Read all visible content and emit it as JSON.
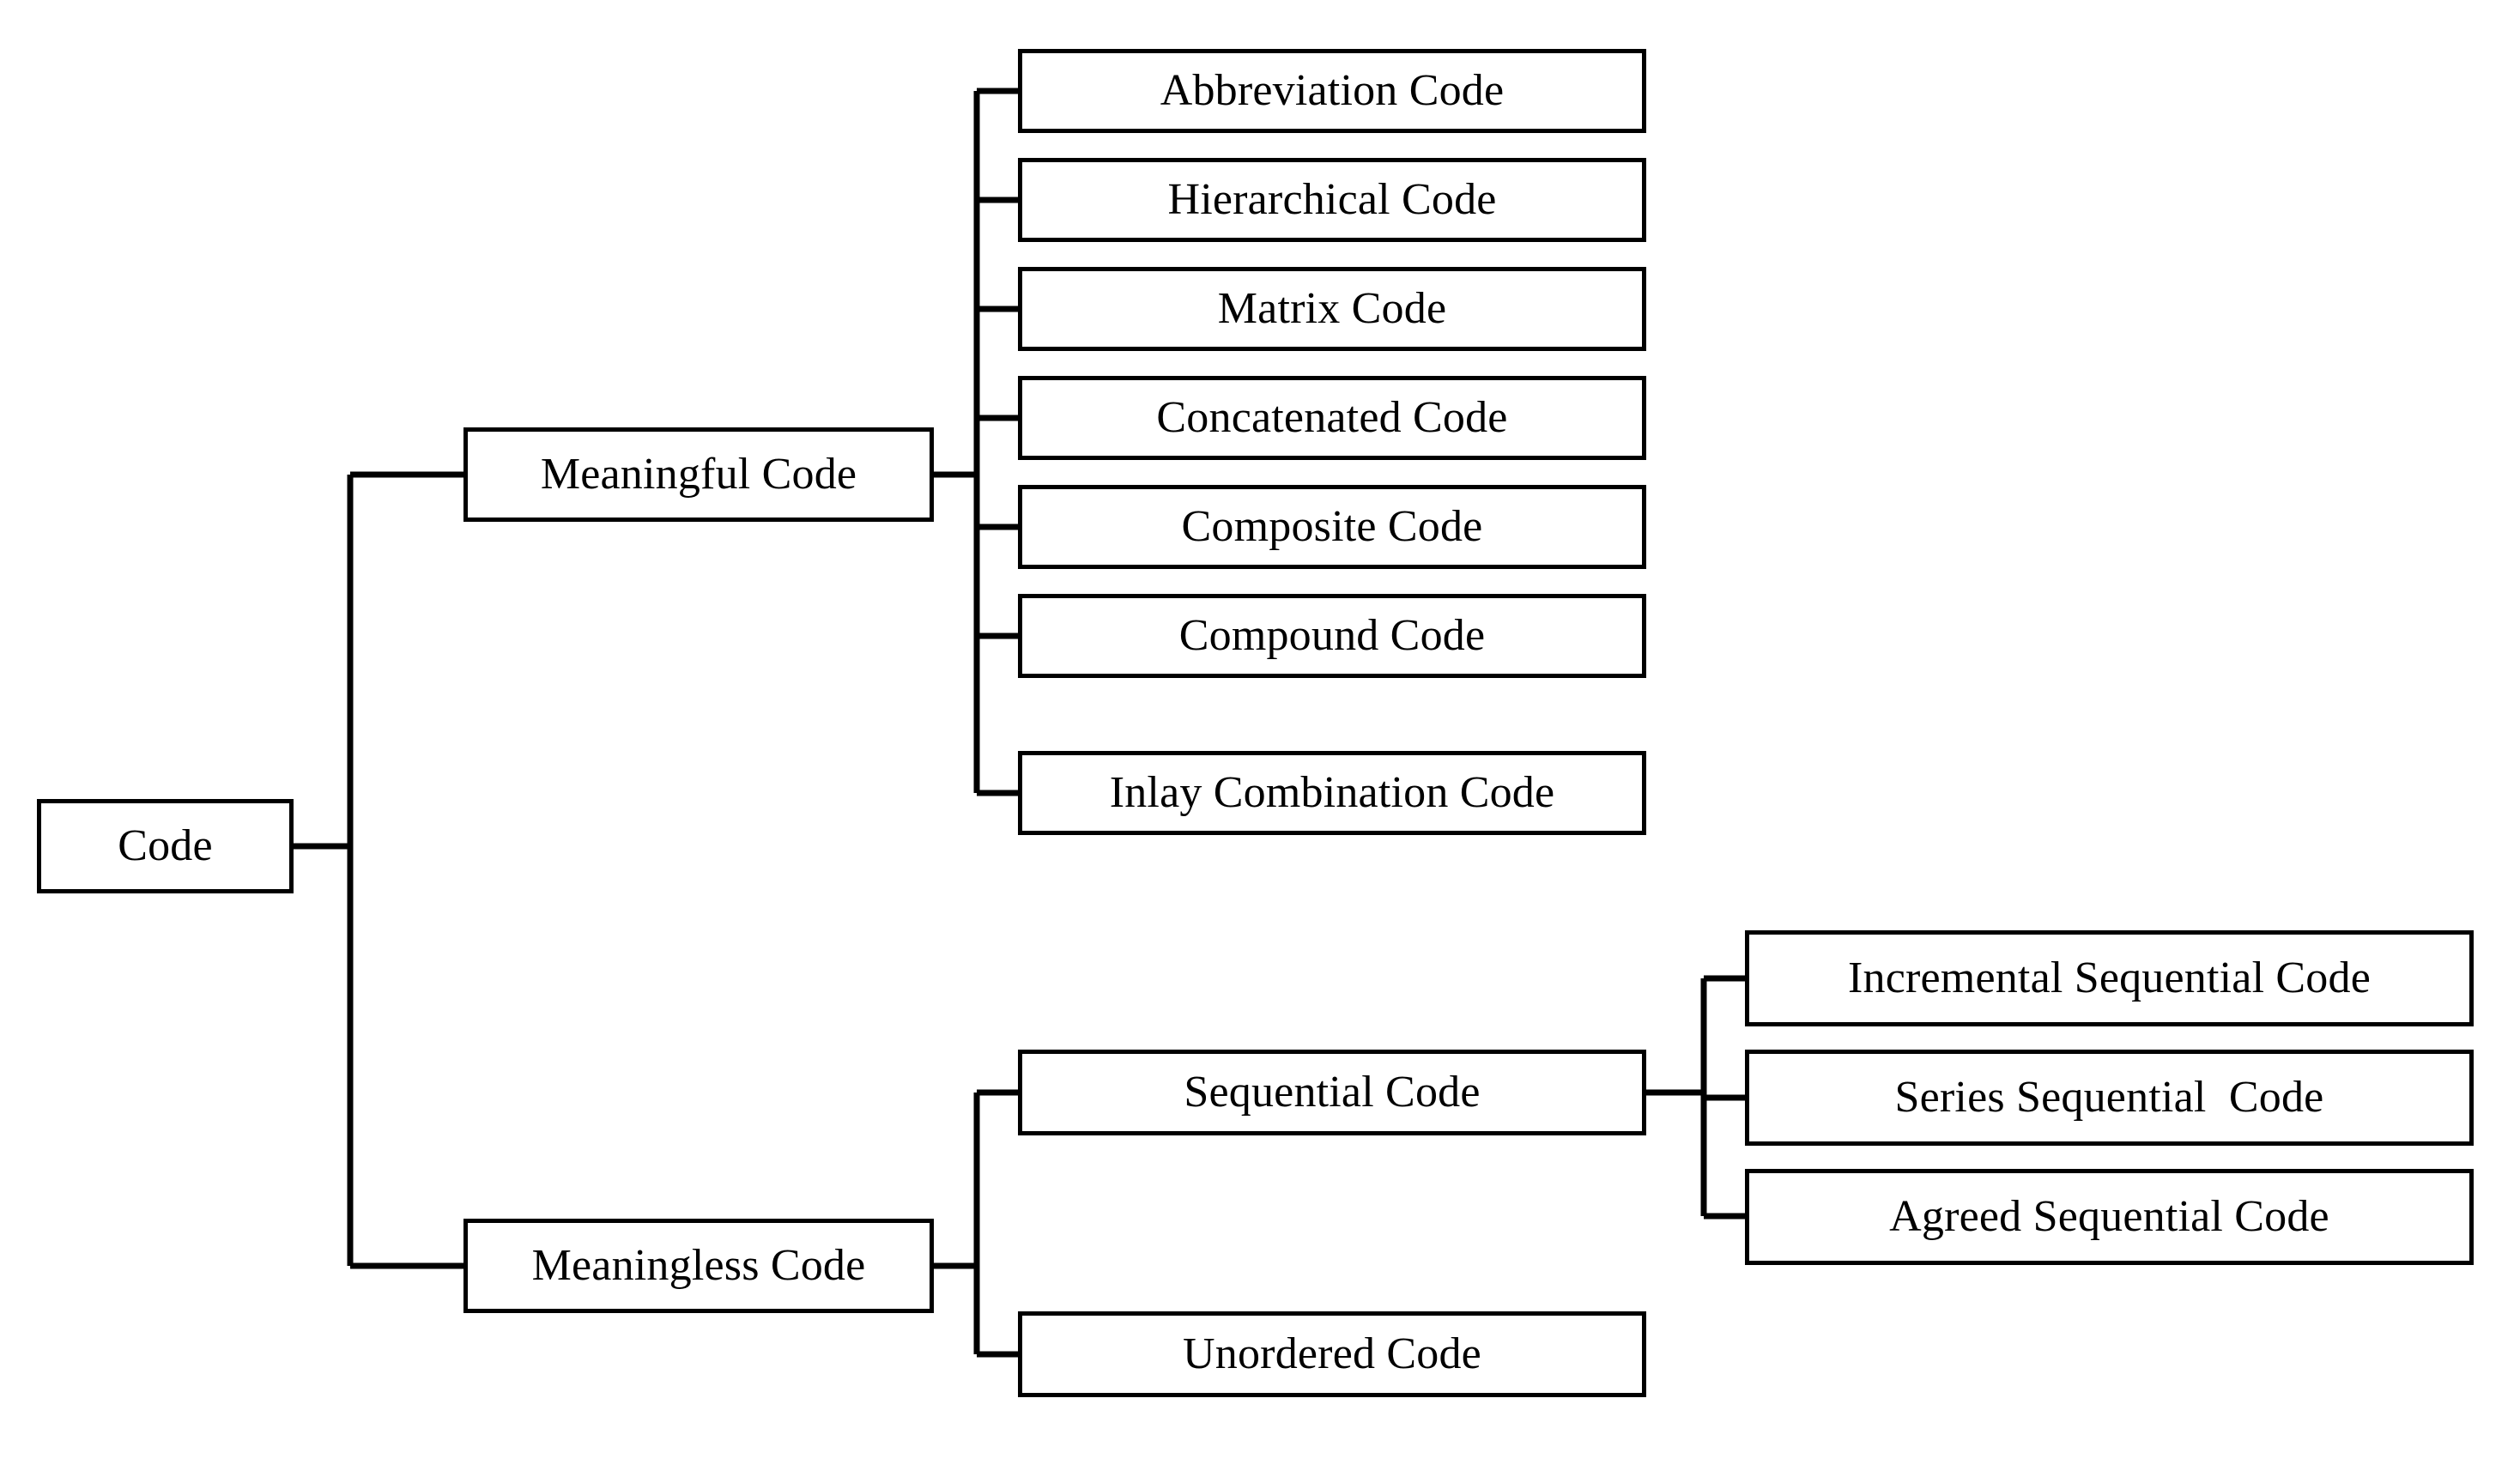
{
  "diagram": {
    "type": "tree-hierarchy",
    "title": "Code classification tree",
    "orientation": "left-to-right",
    "colors": {
      "background": "#ffffff",
      "box_fill": "#ffffff",
      "box_stroke": "#000000",
      "connector": "#000000",
      "text": "#000000"
    },
    "root": {
      "id": "code",
      "label": "Code"
    },
    "level2": [
      {
        "id": "meaningful-code",
        "label": "Meaningful Code"
      },
      {
        "id": "meaningless-code",
        "label": "Meaningless Code"
      }
    ],
    "meaningful_children": [
      {
        "id": "abbreviation-code",
        "label": "Abbreviation Code"
      },
      {
        "id": "hierarchical-code",
        "label": "Hierarchical Code"
      },
      {
        "id": "matrix-code",
        "label": "Matrix Code"
      },
      {
        "id": "concatenated-code",
        "label": "Concatenated Code"
      },
      {
        "id": "composite-code",
        "label": "Composite Code"
      },
      {
        "id": "compound-code",
        "label": "Compound Code"
      },
      {
        "id": "inlay-combination-code",
        "label": "Inlay Combination Code"
      }
    ],
    "meaningless_children": [
      {
        "id": "sequential-code",
        "label": "Sequential Code"
      },
      {
        "id": "unordered-code",
        "label": "Unordered Code"
      }
    ],
    "sequential_children": [
      {
        "id": "incremental-sequential-code",
        "label": "Incremental Sequential Code"
      },
      {
        "id": "series-sequential-code",
        "label": "Series Sequential  Code"
      },
      {
        "id": "agreed-sequential-code",
        "label": "Agreed Sequential Code"
      }
    ]
  }
}
